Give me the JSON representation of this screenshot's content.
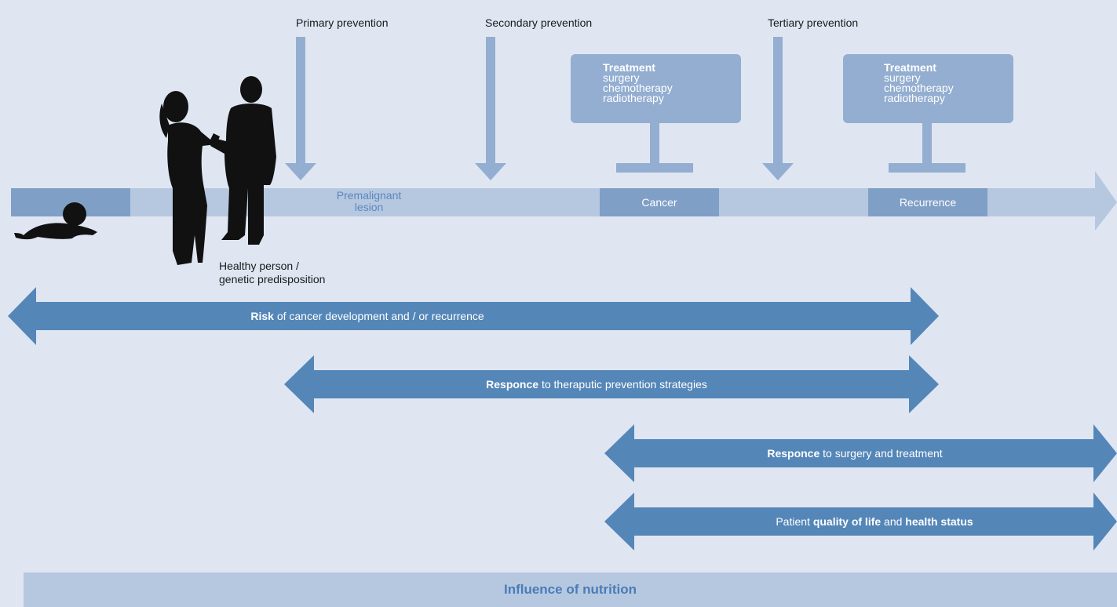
{
  "prevention": {
    "primary": "Primary prevention",
    "secondary": "Secondary prevention",
    "tertiary": "Tertiary prevention"
  },
  "treatment_boxes": [
    {
      "title": "Treatment",
      "items": [
        "surgery",
        "chemotherapy",
        "radiotherapy"
      ]
    },
    {
      "title": "Treatment",
      "items": [
        "surgery",
        "chemotherapy",
        "radiotherapy"
      ]
    }
  ],
  "timeline": {
    "lesion_line1": "Premalignant",
    "lesion_line2": "lesion",
    "cancer": "Cancer",
    "recurrence": "Recurrence"
  },
  "person_label": {
    "line1": "Healthy person /",
    "line2": "genetic predisposition"
  },
  "arrows": {
    "risk": {
      "bold": "Risk",
      "rest": " of cancer development and / or recurrence"
    },
    "response_prevention": {
      "bold": "Responce",
      "rest": " to theraputic prevention strategies"
    },
    "response_treatment": {
      "bold": "Responce",
      "rest": " to surgery and treatment"
    },
    "quality": {
      "pre": "Patient ",
      "bold1": "quality of life",
      "mid": " and ",
      "bold2": "health status"
    }
  },
  "footer": "Influence of nutrition",
  "colors": {
    "background": "#dfe6f2",
    "timeline": "#b6c8e0",
    "stage_box": "#7f9fc6",
    "prevention_arrow": "#93aed0",
    "double_arrow": "#5486b8",
    "silhouette": "#111111"
  }
}
